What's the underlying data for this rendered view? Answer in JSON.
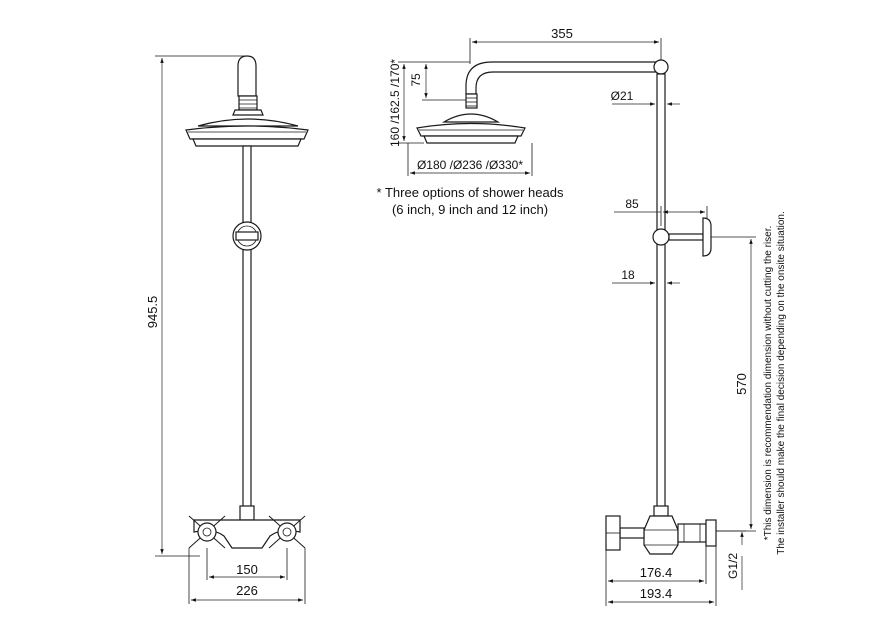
{
  "dimensions": {
    "total_height": "945.5",
    "arm_length": "355",
    "head_drop_heights": "160 /162.5 /170*",
    "arm_drop": "75",
    "riser_diameter": "Ø21",
    "head_diameters": "Ø180 /Ø236 /Ø330*",
    "bracket_depth": "85",
    "bracket_offset": "18",
    "recommended_height": "570",
    "valve_depth": "176.4",
    "valve_overall_depth": "193.4",
    "inlet_thread": "G1/2",
    "inlet_centres": "150",
    "valve_width": "226"
  },
  "notes": {
    "head_options_line1": "* Three options of shower heads",
    "head_options_line2": "(6 inch, 9 inch and 12 inch)",
    "installer_note_line1": "*This dimension is recommendation dimension without cutting the riser.",
    "installer_note_line2": "The installer should make the final decision depending on the onsite situation."
  }
}
